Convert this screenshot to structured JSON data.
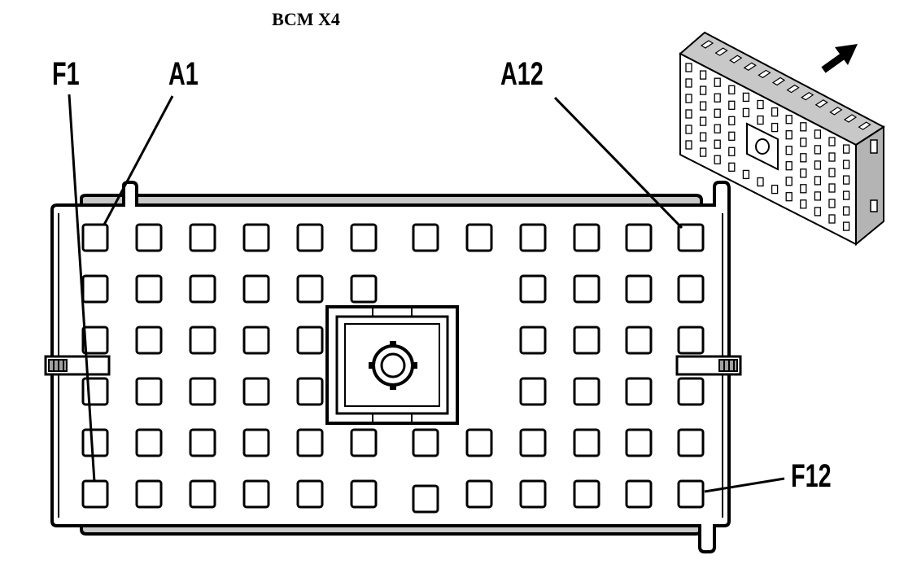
{
  "title": "BCM X4",
  "labels": {
    "f1": "F1",
    "a1": "A1",
    "a12": "A12",
    "f12": "F12"
  },
  "colors": {
    "line": "#000000",
    "fill": "#ffffff",
    "shade": "#c8c8c8",
    "mid": "#a0a0a0"
  }
}
